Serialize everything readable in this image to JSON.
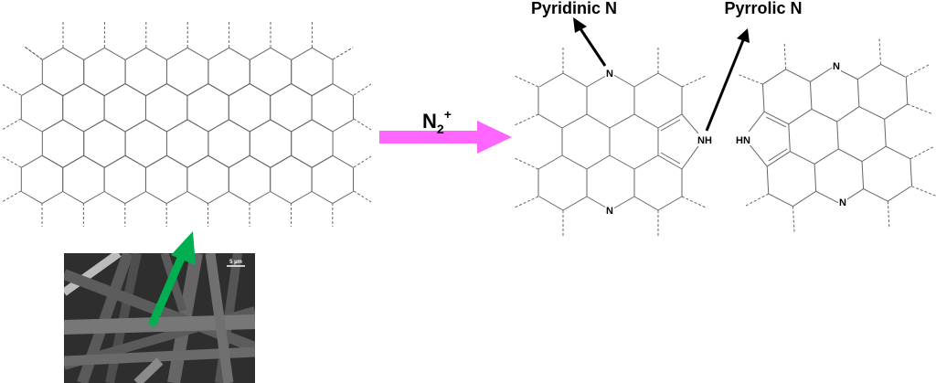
{
  "labels": {
    "pyridinic": "Pyridinic N",
    "pyrrolic": "Pyrrolic N",
    "reagent": "N",
    "reagent_sub": "2",
    "reagent_sup": "+",
    "atom_n": "N",
    "atom_nh": "NH",
    "atom_hn": "HN",
    "scale_bar": "5 µm"
  },
  "colors": {
    "plasma_arrow": "#ff66ff",
    "fiber_arrow": "#00b050",
    "bond": "#666666",
    "label_arrow": "#000000"
  }
}
